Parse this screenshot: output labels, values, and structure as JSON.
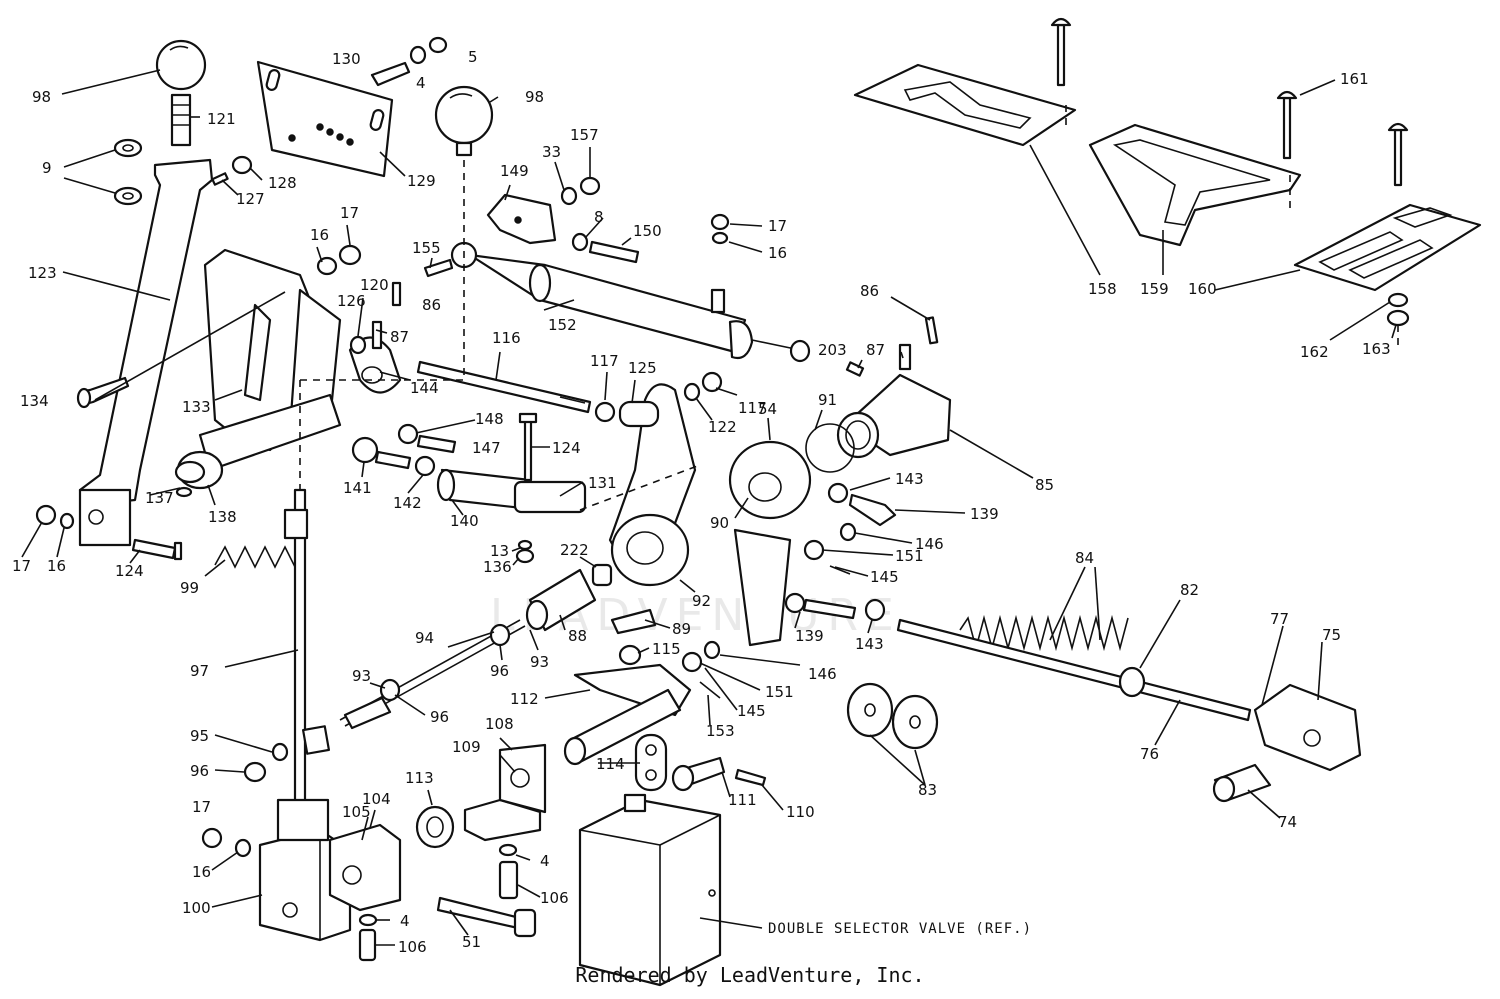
{
  "footer": "Rendered by LeadVenture, Inc.",
  "watermark": "LEADVENTURE",
  "reference_label": "DOUBLE SELECTOR VALVE (REF.)",
  "callouts": [
    {
      "text": "98"
    },
    {
      "text": "121"
    },
    {
      "text": "9"
    },
    {
      "text": "9"
    },
    {
      "text": "130"
    },
    {
      "text": "4"
    },
    {
      "text": "5"
    },
    {
      "text": "98"
    },
    {
      "text": "128"
    },
    {
      "text": "127"
    },
    {
      "text": "129"
    },
    {
      "text": "149"
    },
    {
      "text": "33"
    },
    {
      "text": "157"
    },
    {
      "text": "8"
    },
    {
      "text": "150"
    },
    {
      "text": "17"
    },
    {
      "text": "16"
    },
    {
      "text": "155"
    },
    {
      "text": "123"
    },
    {
      "text": "16"
    },
    {
      "text": "17"
    },
    {
      "text": "120"
    },
    {
      "text": "86"
    },
    {
      "text": "126"
    },
    {
      "text": "87"
    },
    {
      "text": "152"
    },
    {
      "text": "116"
    },
    {
      "text": "134"
    },
    {
      "text": "133"
    },
    {
      "text": "144"
    },
    {
      "text": "117"
    },
    {
      "text": "125"
    },
    {
      "text": "117"
    },
    {
      "text": "122"
    },
    {
      "text": "148"
    },
    {
      "text": "147"
    },
    {
      "text": "124"
    },
    {
      "text": "54"
    },
    {
      "text": "91"
    },
    {
      "text": "203"
    },
    {
      "text": "87"
    },
    {
      "text": "86"
    },
    {
      "text": "85"
    },
    {
      "text": "141"
    },
    {
      "text": "142"
    },
    {
      "text": "131"
    },
    {
      "text": "137"
    },
    {
      "text": "138"
    },
    {
      "text": "140"
    },
    {
      "text": "90"
    },
    {
      "text": "143"
    },
    {
      "text": "139"
    },
    {
      "text": "146"
    },
    {
      "text": "151"
    },
    {
      "text": "145"
    },
    {
      "text": "17"
    },
    {
      "text": "16"
    },
    {
      "text": "124"
    },
    {
      "text": "13"
    },
    {
      "text": "136"
    },
    {
      "text": "222"
    },
    {
      "text": "92"
    },
    {
      "text": "99"
    },
    {
      "text": "89"
    },
    {
      "text": "88"
    },
    {
      "text": "139"
    },
    {
      "text": "143"
    },
    {
      "text": "84"
    },
    {
      "text": "82"
    },
    {
      "text": "77"
    },
    {
      "text": "75"
    },
    {
      "text": "94"
    },
    {
      "text": "96"
    },
    {
      "text": "93"
    },
    {
      "text": "115"
    },
    {
      "text": "146"
    },
    {
      "text": "97"
    },
    {
      "text": "93"
    },
    {
      "text": "112"
    },
    {
      "text": "151"
    },
    {
      "text": "145"
    },
    {
      "text": "96"
    },
    {
      "text": "153"
    },
    {
      "text": "76"
    },
    {
      "text": "95"
    },
    {
      "text": "96"
    },
    {
      "text": "108"
    },
    {
      "text": "109"
    },
    {
      "text": "83"
    },
    {
      "text": "114"
    },
    {
      "text": "111"
    },
    {
      "text": "110"
    },
    {
      "text": "74"
    },
    {
      "text": "17"
    },
    {
      "text": "105"
    },
    {
      "text": "104"
    },
    {
      "text": "113"
    },
    {
      "text": "16"
    },
    {
      "text": "4"
    },
    {
      "text": "106"
    },
    {
      "text": "100"
    },
    {
      "text": "4"
    },
    {
      "text": "51"
    },
    {
      "text": "106"
    },
    {
      "text": "158"
    },
    {
      "text": "159"
    },
    {
      "text": "161"
    },
    {
      "text": "160"
    },
    {
      "text": "162"
    },
    {
      "text": "163"
    }
  ]
}
